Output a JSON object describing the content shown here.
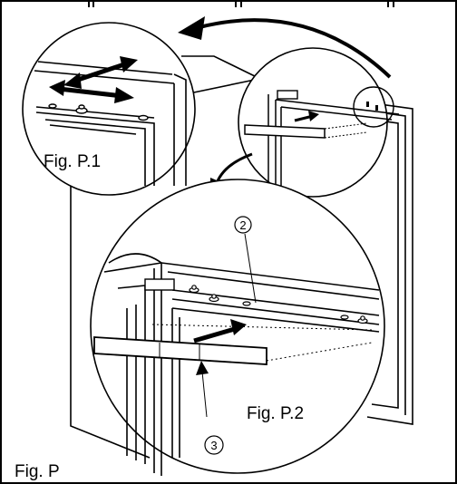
{
  "figure": {
    "main_label": "Fig. P",
    "detail_1_label": "Fig. P.1",
    "detail_2_label": "Fig. P.2",
    "callout_2": "2",
    "callout_3": "3"
  },
  "colors": {
    "ink": "#000000",
    "background": "#ffffff"
  }
}
